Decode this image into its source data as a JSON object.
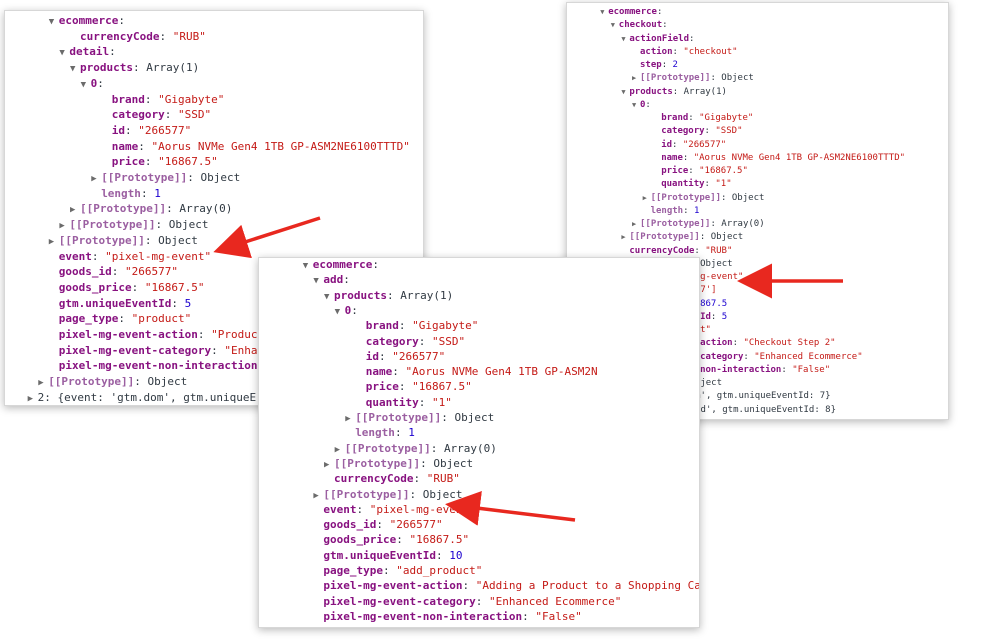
{
  "panels": {
    "a": {
      "lines": [
        {
          "indent": 3,
          "toggle": "down",
          "key": "ecommerce",
          "sep": ":",
          "value": "",
          "value_type": "plain"
        },
        {
          "indent": 5,
          "toggle": "",
          "key": "currencyCode",
          "sep": ": ",
          "value": "\"RUB\"",
          "value_type": "str"
        },
        {
          "indent": 4,
          "toggle": "down",
          "key": "detail",
          "sep": ":",
          "value": "",
          "value_type": "plain"
        },
        {
          "indent": 5,
          "toggle": "down",
          "key": "products",
          "sep": ": ",
          "value": "Array(1)",
          "value_type": "plain"
        },
        {
          "indent": 6,
          "toggle": "down",
          "key": "0",
          "sep": ":",
          "value": "",
          "value_type": "plain"
        },
        {
          "indent": 8,
          "toggle": "",
          "key": "brand",
          "sep": ": ",
          "value": "\"Gigabyte\"",
          "value_type": "str"
        },
        {
          "indent": 8,
          "toggle": "",
          "key": "category",
          "sep": ": ",
          "value": "\"SSD\"",
          "value_type": "str"
        },
        {
          "indent": 8,
          "toggle": "",
          "key": "id",
          "sep": ": ",
          "value": "\"266577\"",
          "value_type": "str"
        },
        {
          "indent": 8,
          "toggle": "",
          "key": "name",
          "sep": ": ",
          "value": "\"Aorus NVMe Gen4 1TB GP-ASM2NE6100TTTD\"",
          "value_type": "str"
        },
        {
          "indent": 8,
          "toggle": "",
          "key": "price",
          "sep": ": ",
          "value": "\"16867.5\"",
          "value_type": "str"
        },
        {
          "indent": 7,
          "toggle": "right",
          "key": "[[Prototype]]",
          "sep": ": ",
          "value": "Object",
          "value_type": "plain",
          "muted": true
        },
        {
          "indent": 7,
          "toggle": "",
          "key": "length",
          "sep": ": ",
          "value": "1",
          "value_type": "num",
          "muted": true
        },
        {
          "indent": 5,
          "toggle": "right",
          "key": "[[Prototype]]",
          "sep": ": ",
          "value": "Array(0)",
          "value_type": "plain",
          "muted": true
        },
        {
          "indent": 4,
          "toggle": "right",
          "key": "[[Prototype]]",
          "sep": ": ",
          "value": "Object",
          "value_type": "plain",
          "muted": true
        },
        {
          "indent": 3,
          "toggle": "right",
          "key": "[[Prototype]]",
          "sep": ": ",
          "value": "Object",
          "value_type": "plain",
          "muted": true
        },
        {
          "indent": 3,
          "toggle": "",
          "key": "event",
          "sep": ": ",
          "value": "\"pixel-mg-event\"",
          "value_type": "str"
        },
        {
          "indent": 3,
          "toggle": "",
          "key": "goods_id",
          "sep": ": ",
          "value": "\"266577\"",
          "value_type": "str"
        },
        {
          "indent": 3,
          "toggle": "",
          "key": "goods_price",
          "sep": ": ",
          "value": "\"16867.5\"",
          "value_type": "str"
        },
        {
          "indent": 3,
          "toggle": "",
          "key": "gtm.uniqueEventId",
          "sep": ": ",
          "value": "5",
          "value_type": "num"
        },
        {
          "indent": 3,
          "toggle": "",
          "key": "page_type",
          "sep": ": ",
          "value": "\"product\"",
          "value_type": "str"
        },
        {
          "indent": 3,
          "toggle": "",
          "key": "pixel-mg-event-action",
          "sep": ": ",
          "value": "\"Product",
          "value_type": "str"
        },
        {
          "indent": 3,
          "toggle": "",
          "key": "pixel-mg-event-category",
          "sep": ": ",
          "value": "\"Enhan",
          "value_type": "str"
        },
        {
          "indent": 3,
          "toggle": "",
          "key": "pixel-mg-event-non-interaction",
          "sep": ": ",
          "value": "",
          "value_type": "plain"
        },
        {
          "indent": 2,
          "toggle": "right",
          "key": "[[Prototype]]",
          "sep": ": ",
          "value": "Object",
          "value_type": "plain",
          "muted": true
        },
        {
          "indent": 1,
          "toggle": "right",
          "key": "2",
          "sep": ": ",
          "value": "{event: 'gtm.dom', gtm.uniqueE",
          "value_type": "plain",
          "plainkey": true
        }
      ]
    },
    "b": {
      "lines": [
        {
          "indent": 2,
          "toggle": "down",
          "key": "ecommerce",
          "sep": ":",
          "value": "",
          "value_type": "plain"
        },
        {
          "indent": 3,
          "toggle": "down",
          "key": "checkout",
          "sep": ":",
          "value": "",
          "value_type": "plain"
        },
        {
          "indent": 4,
          "toggle": "down",
          "key": "actionField",
          "sep": ":",
          "value": "",
          "value_type": "plain"
        },
        {
          "indent": 5,
          "toggle": "",
          "key": "action",
          "sep": ": ",
          "value": "\"checkout\"",
          "value_type": "str"
        },
        {
          "indent": 5,
          "toggle": "",
          "key": "step",
          "sep": ": ",
          "value": "2",
          "value_type": "num"
        },
        {
          "indent": 5,
          "toggle": "right",
          "key": "[[Prototype]]",
          "sep": ": ",
          "value": "Object",
          "value_type": "plain",
          "muted": true
        },
        {
          "indent": 4,
          "toggle": "down",
          "key": "products",
          "sep": ": ",
          "value": "Array(1)",
          "value_type": "plain"
        },
        {
          "indent": 5,
          "toggle": "down",
          "key": "0",
          "sep": ":",
          "value": "",
          "value_type": "plain"
        },
        {
          "indent": 7,
          "toggle": "",
          "key": "brand",
          "sep": ": ",
          "value": "\"Gigabyte\"",
          "value_type": "str"
        },
        {
          "indent": 7,
          "toggle": "",
          "key": "category",
          "sep": ": ",
          "value": "\"SSD\"",
          "value_type": "str"
        },
        {
          "indent": 7,
          "toggle": "",
          "key": "id",
          "sep": ": ",
          "value": "\"266577\"",
          "value_type": "str"
        },
        {
          "indent": 7,
          "toggle": "",
          "key": "name",
          "sep": ": ",
          "value": "\"Aorus NVMe Gen4 1TB GP-ASM2NE6100TTTD\"",
          "value_type": "str"
        },
        {
          "indent": 7,
          "toggle": "",
          "key": "price",
          "sep": ": ",
          "value": "\"16867.5\"",
          "value_type": "str"
        },
        {
          "indent": 7,
          "toggle": "",
          "key": "quantity",
          "sep": ": ",
          "value": "\"1\"",
          "value_type": "str"
        },
        {
          "indent": 6,
          "toggle": "right",
          "key": "[[Prototype]]",
          "sep": ": ",
          "value": "Object",
          "value_type": "plain",
          "muted": true
        },
        {
          "indent": 6,
          "toggle": "",
          "key": "length",
          "sep": ": ",
          "value": "1",
          "value_type": "num",
          "muted": true
        },
        {
          "indent": 5,
          "toggle": "right",
          "key": "[[Prototype]]",
          "sep": ": ",
          "value": "Array(0)",
          "value_type": "plain",
          "muted": true
        },
        {
          "indent": 4,
          "toggle": "right",
          "key": "[[Prototype]]",
          "sep": ": ",
          "value": "Object",
          "value_type": "plain",
          "muted": true
        },
        {
          "indent": 4,
          "toggle": "",
          "key": "currencyCode",
          "sep": ": ",
          "value": "\"RUB\"",
          "value_type": "str"
        },
        {
          "indent": 3,
          "toggle": "right",
          "key": "[[Prototype]]",
          "sep": ": ",
          "value": "Object",
          "value_type": "plain",
          "muted": true
        },
        {
          "indent": 3,
          "toggle": "",
          "key": "event",
          "sep": ": ",
          "value": "\"pixel-mg-event\"",
          "value_type": "str"
        },
        {
          "indent": 2,
          "toggle": "right",
          "key": "goods_id",
          "sep": ": ",
          "value": "['266577']",
          "value_type": "str"
        },
        {
          "indent": 3,
          "toggle": "",
          "key": "goods_price",
          "sep": ": ",
          "value": "16867.5",
          "value_type": "num"
        },
        {
          "indent": 3,
          "toggle": "",
          "key": "gtm.uniqueEventId",
          "sep": ": ",
          "value": "5",
          "value_type": "num"
        },
        {
          "indent": 3,
          "toggle": "",
          "key": "page_type",
          "sep": ": ",
          "value": "\"cart\"",
          "value_type": "str"
        },
        {
          "indent": 3,
          "toggle": "",
          "key": "pixel-mg-event-action",
          "sep": ": ",
          "value": "\"Checkout Step 2\"",
          "value_type": "str"
        },
        {
          "indent": 3,
          "toggle": "",
          "key": "pixel-mg-event-category",
          "sep": ": ",
          "value": "\"Enhanced Ecommerce\"",
          "value_type": "str"
        },
        {
          "indent": 3,
          "toggle": "",
          "key": "pixel-mg-event-non-interaction",
          "sep": ": ",
          "value": "\"False\"",
          "value_type": "str"
        },
        {
          "indent": 2,
          "toggle": "right",
          "key": "[[Prototype]]",
          "sep": ": ",
          "value": "Object",
          "value_type": "plain",
          "muted": true
        },
        {
          "indent": 1,
          "toggle": "right",
          "key": "2",
          "sep": ": ",
          "value": "{event: 'gtm.dom', gtm.uniqueEventId: 7}",
          "value_type": "plain",
          "plainkey": true
        },
        {
          "indent": 1,
          "toggle": "right",
          "key": "3",
          "sep": ": ",
          "value": "{event: 'gtm.load', gtm.uniqueEventId: 8}",
          "value_type": "plain",
          "plainkey": true
        }
      ]
    },
    "c": {
      "lines": [
        {
          "indent": 3,
          "toggle": "down",
          "key": "ecommerce",
          "sep": ":",
          "value": "",
          "value_type": "plain"
        },
        {
          "indent": 4,
          "toggle": "down",
          "key": "add",
          "sep": ":",
          "value": "",
          "value_type": "plain"
        },
        {
          "indent": 5,
          "toggle": "down",
          "key": "products",
          "sep": ": ",
          "value": "Array(1)",
          "value_type": "plain"
        },
        {
          "indent": 6,
          "toggle": "down",
          "key": "0",
          "sep": ":",
          "value": "",
          "value_type": "plain"
        },
        {
          "indent": 8,
          "toggle": "",
          "key": "brand",
          "sep": ": ",
          "value": "\"Gigabyte\"",
          "value_type": "str"
        },
        {
          "indent": 8,
          "toggle": "",
          "key": "category",
          "sep": ": ",
          "value": "\"SSD\"",
          "value_type": "str"
        },
        {
          "indent": 8,
          "toggle": "",
          "key": "id",
          "sep": ": ",
          "value": "\"266577\"",
          "value_type": "str"
        },
        {
          "indent": 8,
          "toggle": "",
          "key": "name",
          "sep": ": ",
          "value": "\"Aorus NVMe Gen4 1TB GP-ASM2N",
          "value_type": "str"
        },
        {
          "indent": 8,
          "toggle": "",
          "key": "price",
          "sep": ": ",
          "value": "\"16867.5\"",
          "value_type": "str"
        },
        {
          "indent": 8,
          "toggle": "",
          "key": "quantity",
          "sep": ": ",
          "value": "\"1\"",
          "value_type": "str"
        },
        {
          "indent": 7,
          "toggle": "right",
          "key": "[[Prototype]]",
          "sep": ": ",
          "value": "Object",
          "value_type": "plain",
          "muted": true
        },
        {
          "indent": 7,
          "toggle": "",
          "key": "length",
          "sep": ": ",
          "value": "1",
          "value_type": "num",
          "muted": true
        },
        {
          "indent": 6,
          "toggle": "right",
          "key": "[[Prototype]]",
          "sep": ": ",
          "value": "Array(0)",
          "value_type": "plain",
          "muted": true
        },
        {
          "indent": 5,
          "toggle": "right",
          "key": "[[Prototype]]",
          "sep": ": ",
          "value": "Object",
          "value_type": "plain",
          "muted": true
        },
        {
          "indent": 5,
          "toggle": "",
          "key": "currencyCode",
          "sep": ": ",
          "value": "\"RUB\"",
          "value_type": "str"
        },
        {
          "indent": 4,
          "toggle": "right",
          "key": "[[Prototype]]",
          "sep": ": ",
          "value": "Object",
          "value_type": "plain",
          "muted": true
        },
        {
          "indent": 4,
          "toggle": "",
          "key": "event",
          "sep": ": ",
          "value": "\"pixel-mg-event\"",
          "value_type": "str"
        },
        {
          "indent": 4,
          "toggle": "",
          "key": "goods_id",
          "sep": ": ",
          "value": "\"266577\"",
          "value_type": "str"
        },
        {
          "indent": 4,
          "toggle": "",
          "key": "goods_price",
          "sep": ": ",
          "value": "\"16867.5\"",
          "value_type": "str"
        },
        {
          "indent": 4,
          "toggle": "",
          "key": "gtm.uniqueEventId",
          "sep": ": ",
          "value": "10",
          "value_type": "num"
        },
        {
          "indent": 4,
          "toggle": "",
          "key": "page_type",
          "sep": ": ",
          "value": "\"add_product\"",
          "value_type": "str"
        },
        {
          "indent": 4,
          "toggle": "",
          "key": "pixel-mg-event-action",
          "sep": ": ",
          "value": "\"Adding a Product to a Shopping Cart\"",
          "value_type": "str"
        },
        {
          "indent": 4,
          "toggle": "",
          "key": "pixel-mg-event-category",
          "sep": ": ",
          "value": "\"Enhanced Ecommerce\"",
          "value_type": "str"
        },
        {
          "indent": 4,
          "toggle": "",
          "key": "pixel-mg-event-non-interaction",
          "sep": ": ",
          "value": "\"False\"",
          "value_type": "str"
        }
      ]
    }
  },
  "colors": {
    "key": "#881280",
    "key_muted": "#9b5fa1",
    "string": "#c41a16",
    "number": "#1c00cf",
    "plain": "#303942",
    "arrow": "#e8281f"
  },
  "icons": {
    "expanded": "triangle-down-icon",
    "collapsed": "triangle-right-icon",
    "annotation": "red-arrow-icon"
  }
}
